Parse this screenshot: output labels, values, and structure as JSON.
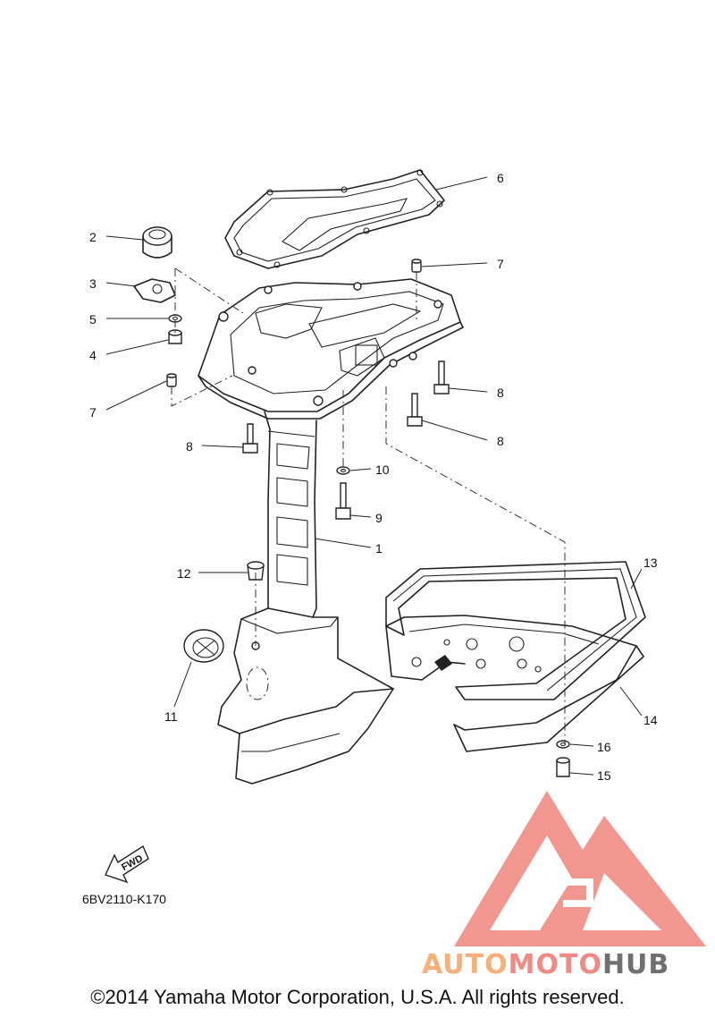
{
  "callouts": [
    {
      "id": "1",
      "label": "1"
    },
    {
      "id": "2",
      "label": "2"
    },
    {
      "id": "3",
      "label": "3"
    },
    {
      "id": "4",
      "label": "4"
    },
    {
      "id": "5",
      "label": "5"
    },
    {
      "id": "6",
      "label": "6"
    },
    {
      "id": "7a",
      "label": "7"
    },
    {
      "id": "7b",
      "label": "7"
    },
    {
      "id": "8a",
      "label": "8"
    },
    {
      "id": "8b",
      "label": "8"
    },
    {
      "id": "8c",
      "label": "8"
    },
    {
      "id": "9",
      "label": "9"
    },
    {
      "id": "10",
      "label": "10"
    },
    {
      "id": "11",
      "label": "11"
    },
    {
      "id": "12",
      "label": "12"
    },
    {
      "id": "13",
      "label": "13"
    },
    {
      "id": "14",
      "label": "14"
    },
    {
      "id": "15",
      "label": "15"
    },
    {
      "id": "16",
      "label": "16"
    }
  ],
  "fwd_label": "FWD",
  "reference_code": "6BV2110-K170",
  "copyright": "©2014 Yamaha Motor Corporation, U.S.A. All rights reserved.",
  "watermark": {
    "part1": "AUTO",
    "part2": "MOTO",
    "part3": "HUB",
    "colors": {
      "auto": "#f7b07a",
      "moto": "#f08a84",
      "hub": "#707070",
      "logo": "#f0857d"
    }
  }
}
